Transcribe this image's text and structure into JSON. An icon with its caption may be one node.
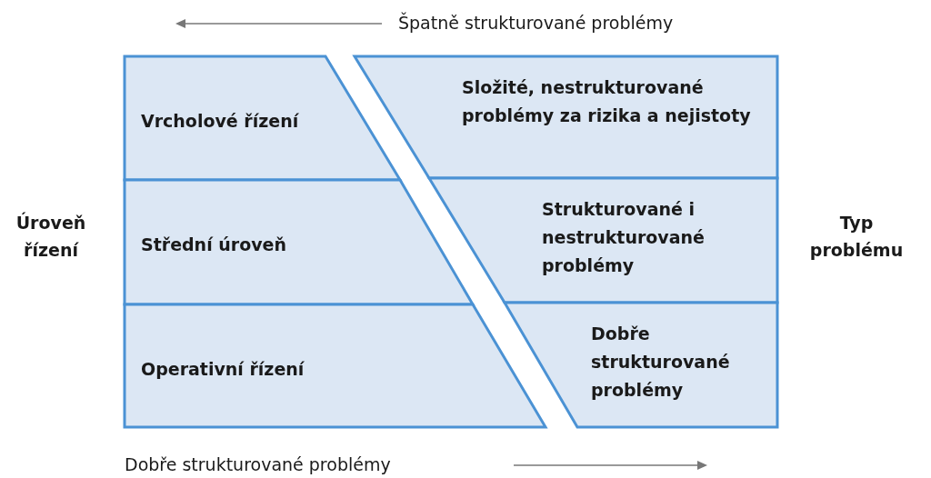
{
  "diagram": {
    "nodes": [
      {
        "text": [
          "Vrcholové řízení"
        ]
      },
      {
        "text": [
          "Střední úroveň"
        ]
      },
      {
        "text": [
          "Operativní řízení"
        ]
      },
      {
        "text": [
          "Složité, nestrukturované problémy za rizika a nejistoty"
        ]
      },
      {
        "text": [
          "Strukturované i nestrukturované problémy"
        ]
      },
      {
        "text": [
          "Dobře strukturované problémy"
        ]
      }
    ],
    "labels": [
      "Špatně strukturované problémy",
      "Úroveň řízení",
      "Typ problému",
      "Dobře strukturované problémy"
    ]
  }
}
